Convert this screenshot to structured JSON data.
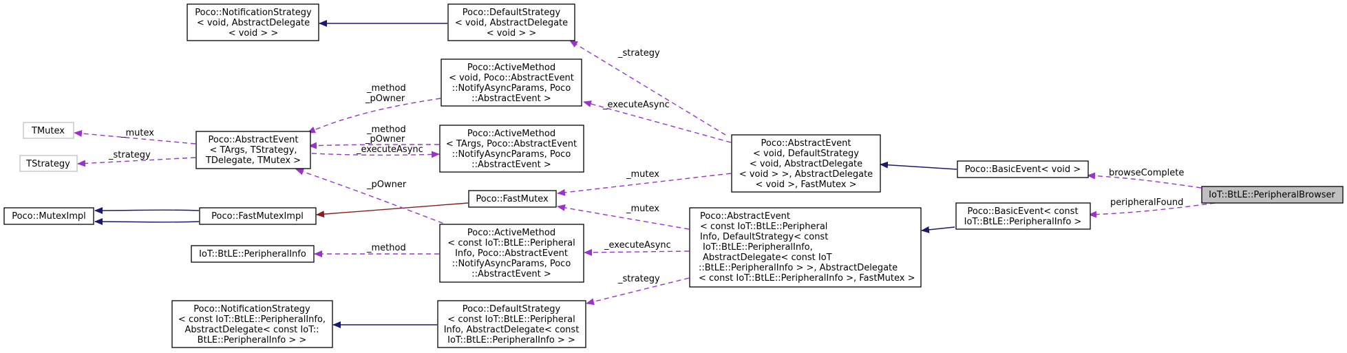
{
  "colors": {
    "node_border": "#000000",
    "external_node_border": "#bfbfbf",
    "focus_node_fill": "#bfbfbf",
    "public_inheritance": "#191970",
    "private_inheritance": "#8b1a1a",
    "usage": "#9a32cd"
  },
  "nodes": {
    "notif_void": [
      "Poco::NotificationStrategy",
      "< void, AbstractDelegate",
      "< void > >"
    ],
    "default_void": [
      "Poco::DefaultStrategy",
      "< void, AbstractDelegate",
      "< void > >"
    ],
    "active_void": [
      "Poco::ActiveMethod",
      "< void, Poco::AbstractEvent",
      "::NotifyAsyncParams, Poco",
      "::AbstractEvent >"
    ],
    "tmutex": [
      "TMutex"
    ],
    "tstrategy": [
      "TStrategy"
    ],
    "abstract_targs": [
      "Poco::AbstractEvent",
      "< TArgs, TStrategy,",
      "TDelegate, TMutex >"
    ],
    "active_targs": [
      "Poco::ActiveMethod",
      "< TArgs, Poco::AbstractEvent",
      "::NotifyAsyncParams, Poco",
      "::AbstractEvent >"
    ],
    "abstract_void": [
      "Poco::AbstractEvent",
      "< void, DefaultStrategy",
      "< void, AbstractDelegate",
      "< void > >, AbstractDelegate",
      "< void >, FastMutex >"
    ],
    "basic_void": [
      "Poco::BasicEvent< void >"
    ],
    "browser": [
      "IoT::BtLE::PeripheralBrowser"
    ],
    "fast_mutex": [
      "Poco::FastMutex"
    ],
    "mutex_impl": [
      "Poco::MutexImpl"
    ],
    "fast_mutex_impl": [
      "Poco::FastMutexImpl"
    ],
    "basic_periph": [
      "Poco::BasicEvent< const",
      "IoT::BtLE::PeripheralInfo >"
    ],
    "periph_info": [
      "IoT::BtLE::PeripheralInfo"
    ],
    "active_periph": [
      "Poco::ActiveMethod",
      "< const IoT::BtLE::Peripheral",
      "Info, Poco::AbstractEvent",
      "::NotifyAsyncParams, Poco",
      "::AbstractEvent >"
    ],
    "abstract_periph": [
      "Poco::AbstractEvent",
      "< const IoT::BtLE::Peripheral",
      "Info, DefaultStrategy< const",
      "IoT::BtLE::PeripheralInfo,",
      "AbstractDelegate< const IoT",
      "::BtLE::PeripheralInfo > >, AbstractDelegate",
      "< const IoT::BtLE::PeripheralInfo >, FastMutex >"
    ],
    "notif_periph": [
      "Poco::NotificationStrategy",
      "< const IoT::BtLE::PeripheralInfo,",
      "AbstractDelegate< const IoT::",
      "BtLE::PeripheralInfo > >"
    ],
    "default_periph": [
      "Poco::DefaultStrategy",
      "< const IoT::BtLE::Peripheral",
      "Info, AbstractDelegate< const",
      "IoT::BtLE::PeripheralInfo > >"
    ]
  },
  "edge_labels": {
    "strategy_top": "_strategy",
    "method_powner": [
      "_method",
      "_pOwner"
    ],
    "mutex_left": "_mutex",
    "strategy_left": "_strategy",
    "method_powner_2": [
      "_method",
      "_pOwner"
    ],
    "execute_async_left": "_executeAsync",
    "execute_async_top": "_executeAsync",
    "mutex_mid": "_mutex",
    "powner_diag": "_pOwner",
    "browse_complete": "browseComplete",
    "peripheral_found": "peripheralFound",
    "mutex_lower": "_mutex",
    "method_lower": "_method",
    "execute_async_lower": "_executeAsync",
    "strategy_lower": "_strategy"
  }
}
